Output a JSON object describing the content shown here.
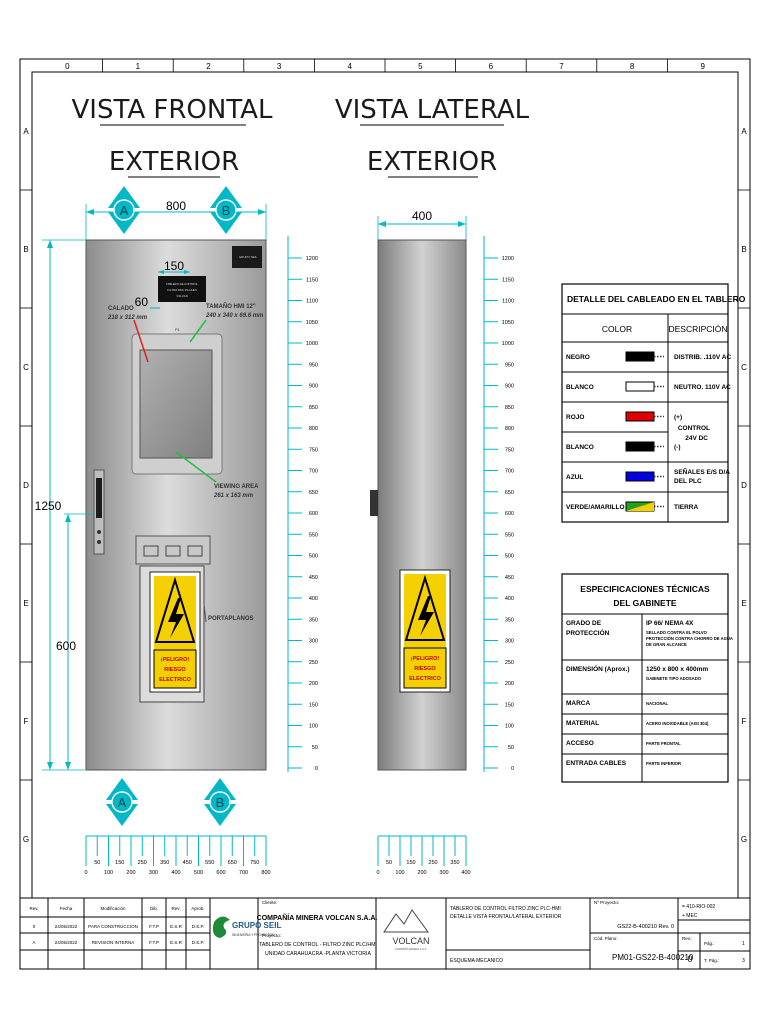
{
  "frame": {
    "columns": [
      "0",
      "1",
      "2",
      "3",
      "4",
      "5",
      "6",
      "7",
      "8",
      "9"
    ],
    "rows": [
      "A",
      "B",
      "C",
      "D",
      "E",
      "F",
      "G"
    ]
  },
  "front_view": {
    "title_line1": "VISTA FRONTAL",
    "title_line2": "EXTERIOR",
    "width_dim": "800",
    "height_dim": "1250",
    "lower_dim": "600",
    "hmi_offset_dim": "150",
    "hmi_top_dim": "60",
    "nameplate_text": "TABLERO DE CONTROL FILTRO ZINC PLC/HMI VOLCAN",
    "calado_label": "CALADO",
    "calado_value": "218 x 312 mm",
    "hmi_size_label": "TAMAÑO HMI 12\"",
    "hmi_size_value": "240 x 340 x 69.6 mm",
    "viewing_label": "VIEWING AREA",
    "viewing_value": "261 x 163 mm",
    "portaplanos_label": "PORTAPLANOS",
    "hmi_tag": "P1",
    "logo_small": "GRUPO SEIL"
  },
  "side_view": {
    "title_line1": "VISTA LATERAL",
    "title_line2": "EXTERIOR",
    "depth_dim": "400"
  },
  "warning": {
    "line1": "¡PELIGRO!",
    "line2": "RIESGO",
    "line3": "ELECTRICO"
  },
  "section_marks": {
    "a": "A",
    "b": "B"
  },
  "vertical_scale": [
    "1200",
    "1150",
    "1100",
    "1050",
    "1000",
    "950",
    "900",
    "850",
    "800",
    "750",
    "700",
    "650",
    "600",
    "550",
    "500",
    "450",
    "400",
    "350",
    "300",
    "250",
    "200",
    "150",
    "100",
    "50",
    "0"
  ],
  "front_bottom_scale": {
    "top": [
      "50",
      "150",
      "250",
      "350",
      "450",
      "550",
      "650",
      "750"
    ],
    "bottom": [
      "0",
      "100",
      "200",
      "300",
      "400",
      "500",
      "600",
      "700",
      "800"
    ]
  },
  "side_bottom_scale": {
    "top": [
      "50",
      "150",
      "250",
      "350"
    ],
    "bottom": [
      "0",
      "100",
      "200",
      "300",
      "400"
    ]
  },
  "wiring_table": {
    "title": "DETALLE DEL CABLEADO EN EL TABLERO",
    "col_color": "COLOR",
    "col_desc": "DESCRIPCIÓN",
    "rows": [
      {
        "color": "NEGRO",
        "swatch": "#000000",
        "desc": "DISTRIB. .110V AC"
      },
      {
        "color": "BLANCO",
        "swatch": "#ffffff",
        "desc": "NEUTRO. 110V AC"
      },
      {
        "color": "ROJO",
        "swatch": "#e00000",
        "desc": "(+)"
      },
      {
        "color": "BLANCO",
        "swatch": "#000000",
        "desc": "(-)"
      },
      {
        "color": "AZUL",
        "swatch": "#0000e0",
        "desc": "SEÑALES E/S D/A DEL PLC"
      },
      {
        "color": "VERDE/AMARILLO",
        "swatch": "#22a020",
        "desc": "TIERRA"
      }
    ],
    "control_label": "CONTROL",
    "control_volt": "24V DC"
  },
  "spec_table": {
    "title_line1": "ESPECIFICACIONES TÉCNICAS",
    "title_line2": "DEL GABINETE",
    "rows": [
      {
        "label": "GRADO DE PROTECCIÓN",
        "value": "IP 66/ NEMA 4X",
        "note": "SELLADO CONTRA EL POLVO PROTECCIÓN CONTRA CHORRO DE AGUA DE GRAN ALCANCE"
      },
      {
        "label": "DIMENSIÓN (Aprox.)",
        "value": "1250 x 800 x 400mm",
        "note": "GABINETE TIPO ADOSADO"
      },
      {
        "label": "MARCA",
        "value": "",
        "note": "NACIONAL"
      },
      {
        "label": "MATERIAL",
        "value": "",
        "note": "ACERO INOXIDABLE (AISI 304)"
      },
      {
        "label": "ACCESO",
        "value": "",
        "note": "PARTE FRONTAL"
      },
      {
        "label": "ENTRADA CABLES",
        "value": "",
        "note": "PARTE INFERIOR"
      }
    ]
  },
  "title_block": {
    "headers": [
      "Rev.",
      "Fecha",
      "Modificación",
      "Dib.",
      "Rev.",
      "Aprob."
    ],
    "revisions": [
      [
        "0",
        "24/05/2022",
        "PARA CONSTRUCCION",
        "F.T.P",
        "E.S.R",
        "D.S.P."
      ],
      [
        "A",
        "24/05/2022",
        "REVISION INTERNA",
        "F.T.P",
        "E.S.R",
        "D.S.P."
      ]
    ],
    "company_logo": "GRUPO SEIL",
    "company_sub": "INGENIERÍA Y PROYECTOS",
    "client_label": "Cliente:",
    "client": "COMPAÑÍA MINERA VOLCAN S.A.A.",
    "project_label": "Proyecto:",
    "project_line1": "TABLERO DE CONTROL - FILTRO ZINC PLC/HMI",
    "project_line2": "UNIDAD CARAHUACRA -PLANTA VICTORIA",
    "volcan_logo": "VOLCAN",
    "volcan_sub": "COMPAÑÍA MINERA S.A.A.",
    "drawing_title1": "TABLERO DE CONTROL FILTRO ZINC PLC-HMI",
    "drawing_title2": "DETALLE VISTA FRONTAL/LATERAL EXTERIOR",
    "drawing_type": "ESQUEMA MECANICO",
    "project_no_label": "Nº Proyecto:",
    "project_no": "GS22-B-400210 Rev. 0",
    "code_label": "Cód. Plano:",
    "code": "PM01-GS22-B-400210",
    "rev_label": "Rev.:",
    "rev_value": "0",
    "side1": "= 410-RIO-002",
    "side2": "+ MEC",
    "pag_label": "Pág.:",
    "pag_value": "1",
    "tpag_label": "T. Pág.:",
    "tpag_value": "3"
  },
  "colors": {
    "cyan": "#00b8c8",
    "cabinet_dark": "#8a8a8a",
    "cabinet_light": "#d6d6d6",
    "warning_yellow": "#f5d000",
    "green_leader": "#20c040",
    "red_leader": "#e02020"
  }
}
